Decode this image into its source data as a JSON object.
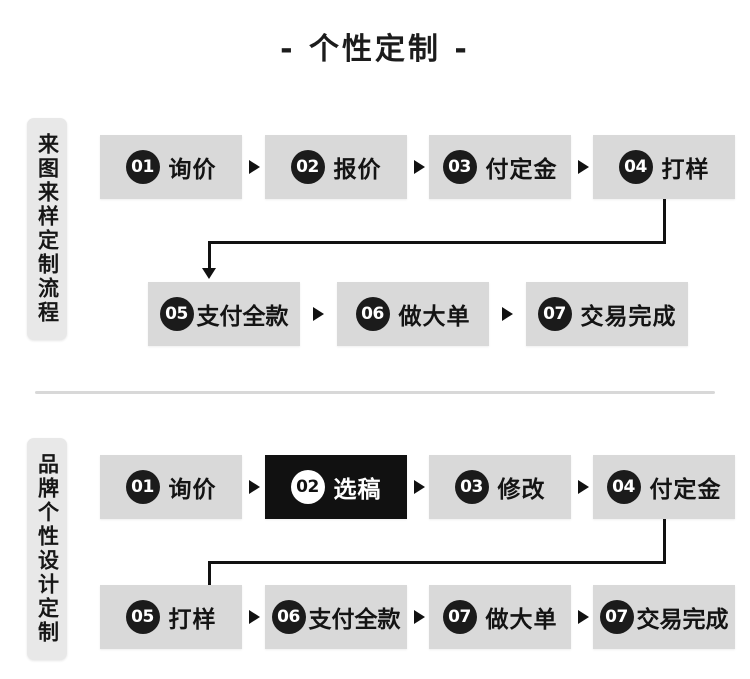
{
  "page": {
    "title": "- 个性定制 -",
    "background_color": "#ffffff",
    "box_color": "#d9d9d9",
    "highlight_color": "#111111",
    "badge_color": "#1b1b1b",
    "label_panel_color": "#e8e8e8",
    "divider_color": "#d8d8d8"
  },
  "sections": [
    {
      "label": "来图来样定制流程",
      "rows": [
        {
          "steps": [
            {
              "num": "01",
              "label": "询价"
            },
            {
              "num": "02",
              "label": "报价"
            },
            {
              "num": "03",
              "label": "付定金"
            },
            {
              "num": "04",
              "label": "打样"
            }
          ]
        },
        {
          "steps": [
            {
              "num": "05",
              "label": "支付全款"
            },
            {
              "num": "06",
              "label": "做大单"
            },
            {
              "num": "07",
              "label": "交易完成"
            }
          ]
        }
      ]
    },
    {
      "label": "品牌个性设计定制",
      "rows": [
        {
          "steps": [
            {
              "num": "01",
              "label": "询价"
            },
            {
              "num": "02",
              "label": "选稿",
              "highlight": true
            },
            {
              "num": "03",
              "label": "修改"
            },
            {
              "num": "04",
              "label": "付定金"
            }
          ]
        },
        {
          "steps": [
            {
              "num": "05",
              "label": "打样"
            },
            {
              "num": "06",
              "label": "支付全款"
            },
            {
              "num": "07",
              "label": "做大单"
            },
            {
              "num": "07",
              "label": "交易完成"
            }
          ]
        }
      ]
    }
  ]
}
